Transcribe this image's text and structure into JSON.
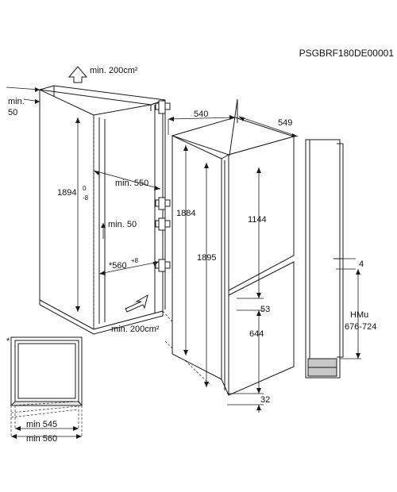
{
  "diagram_code": "PSGBRF180DE00001",
  "labels": {
    "vent_top": "min. 200cm²",
    "vent_bottom": "min. 200cm²",
    "gap_min_top": "min.",
    "gap_min_val": "50",
    "niche_height": "1894",
    "niche_height_tol_up": "0",
    "niche_height_tol_down": "-8",
    "depth_min_550": "min. 550",
    "depth_min_50": "min. 50",
    "niche_width": "*560",
    "niche_width_tol": "+8",
    "width_540": "540",
    "depth_549": "549",
    "height_1884": "1884",
    "height_1895": "1895",
    "upper_door_1144": "1144",
    "gap_53": "53",
    "lower_door_644": "644",
    "bottom_32": "32",
    "gap_4": "4",
    "hmu_title": "HMu",
    "hmu_range": "676-724",
    "asterisk": "*",
    "min_545": "min 545",
    "min_560": "min 560"
  }
}
